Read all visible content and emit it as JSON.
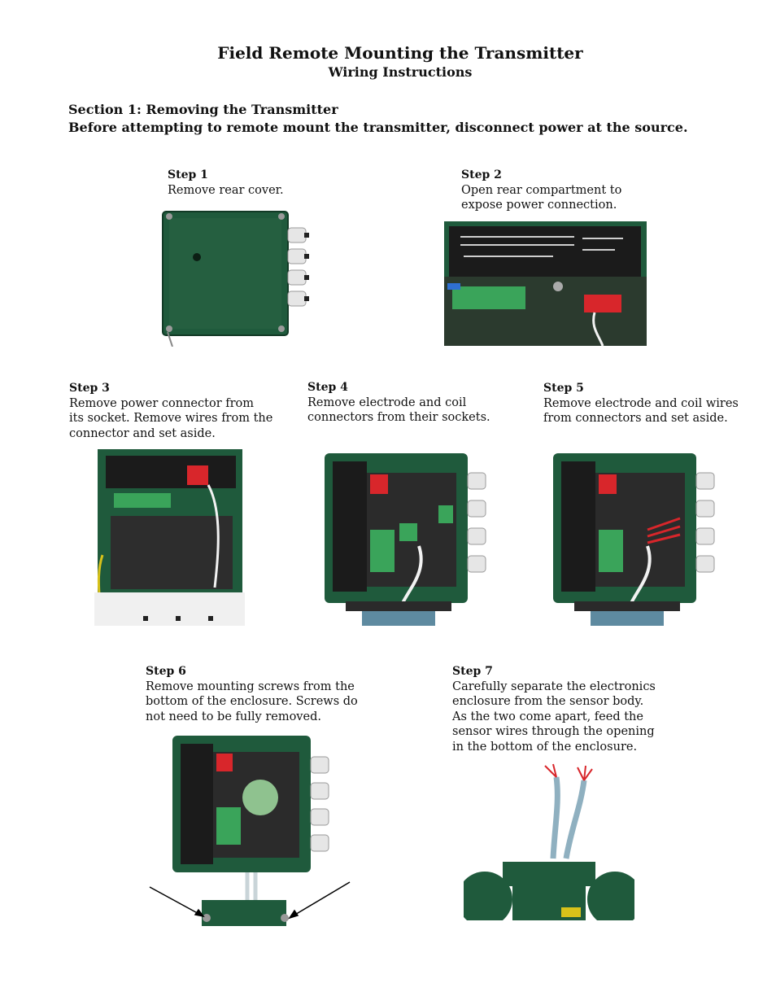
{
  "header": {
    "title": "Field Remote Mounting the Transmitter",
    "subtitle": "Wiring Instructions"
  },
  "section": {
    "heading": "Section 1: Removing the Transmitter",
    "warning": "Before attempting to remote mount the transmitter, disconnect power at the source."
  },
  "steps": [
    {
      "label": "Step 1",
      "text": "Remove rear cover."
    },
    {
      "label": "Step 2",
      "text": "Open rear compartment to\nexpose power connection."
    },
    {
      "label": "Step 3",
      "text": "Remove power connector from\nits socket. Remove wires from the\nconnector and set aside."
    },
    {
      "label": "Step 4",
      "text": "Remove electrode and coil\nconnectors from their sockets."
    },
    {
      "label": "Step 5",
      "text": "Remove electrode and coil wires\nfrom connectors and set aside."
    },
    {
      "label": "Step 6",
      "text": "Remove mounting screws from the\nbottom of the enclosure. Screws do\nnot need to be fully removed."
    },
    {
      "label": "Step 7",
      "text": "Carefully separate the electronics\nenclosure from the sensor body.\nAs the two come apart, feed the\nsensor wires through the opening\nin the bottom of the enclosure."
    }
  ],
  "colors": {
    "enclosure_green": "#1f5a3c",
    "terminal_green": "#3aa45a",
    "connector_red": "#d8262b",
    "panel_black": "#1b1b1b"
  }
}
